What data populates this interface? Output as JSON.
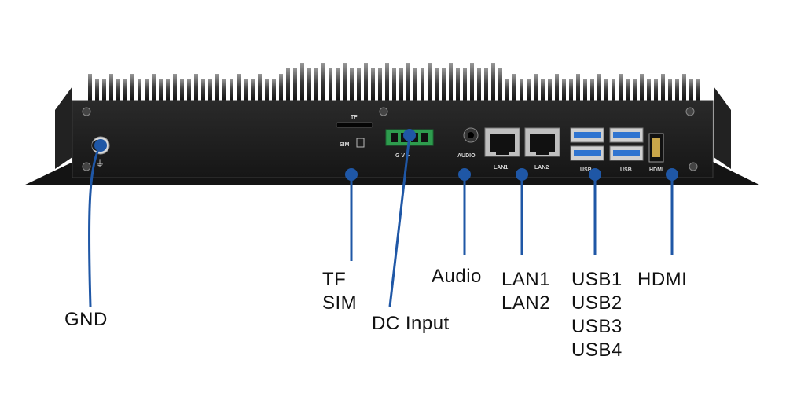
{
  "device": {
    "panel_labels": {
      "tf": "TF",
      "sim": "SIM",
      "audio": "AUDIO",
      "lan1": "LAN1",
      "lan2": "LAN2",
      "usb_a": "USB",
      "usb_b": "USB",
      "hdmi": "HDMI",
      "dc": "G  V  +"
    }
  },
  "callouts": {
    "gnd": [
      "GND"
    ],
    "tf_sim": [
      "TF",
      "SIM"
    ],
    "dc_input": [
      "DC Input"
    ],
    "audio": [
      "Audio"
    ],
    "lan": [
      "LAN1",
      "LAN2"
    ],
    "usb": [
      "USB1",
      "USB2",
      "USB3",
      "USB4"
    ],
    "hdmi": [
      "HDMI"
    ]
  },
  "colors": {
    "leader": "#1f57a6",
    "chassis": "#1b1b1b",
    "connector_green": "#2e9c4e",
    "usb_blue": "#2f74d0"
  }
}
